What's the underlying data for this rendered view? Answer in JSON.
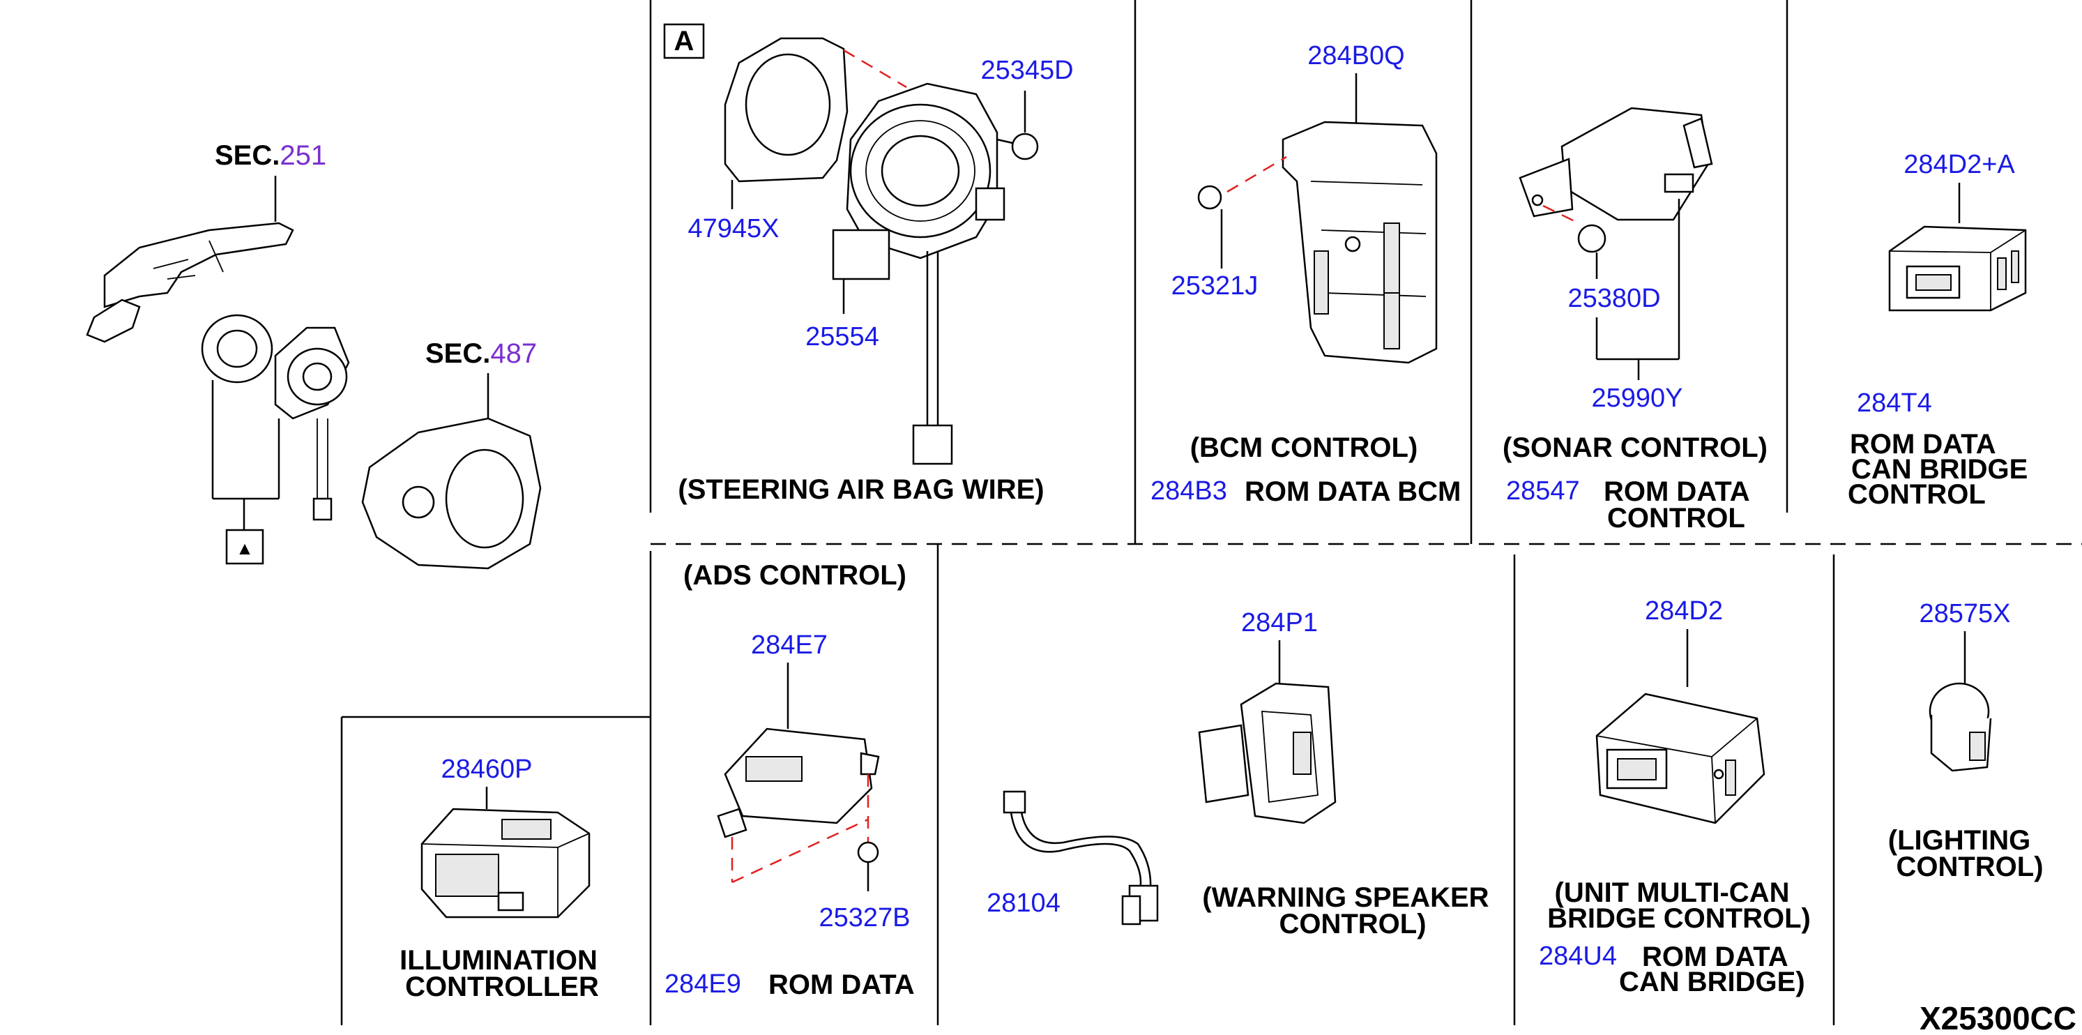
{
  "sections": {
    "sec251": {
      "prefix": "SEC.",
      "number": "251"
    },
    "sec487": {
      "prefix": "SEC.",
      "number": "487"
    }
  },
  "box_label": "A",
  "parts": {
    "p25345D": "25345D",
    "p47945X": "47945X",
    "p25554": "25554",
    "p284B0Q": "284B0Q",
    "p25321J": "25321J",
    "p25380D": "25380D",
    "p25990Y": "25990Y",
    "p284D2A": "284D2+A",
    "p284T4": "284T4",
    "p284B3": "284B3",
    "p28547": "28547",
    "p284E7": "284E7",
    "p25327B": "25327B",
    "p284E9": "284E9",
    "p28460P": "28460P",
    "p284P1": "284P1",
    "p28104": "28104",
    "p284D2": "284D2",
    "p284U4": "284U4",
    "p28575X": "28575X"
  },
  "captions": {
    "steering": "(STEERING AIR BAG WIRE)",
    "bcm": "(BCM CONTROL)",
    "rom_bcm": "ROM DATA BCM",
    "sonar": "(SONAR CONTROL)",
    "rom_data_1": "ROM DATA",
    "control_1": "CONTROL",
    "rom_can_1": "ROM DATA",
    "rom_can_2": "CAN BRIDGE",
    "rom_can_3": "CONTROL",
    "ads": "(ADS CONTROL)",
    "rom_data_ads": "ROM DATA",
    "illum_1": "ILLUMINATION",
    "illum_2": "CONTROLLER",
    "warning_1": "(WARNING SPEAKER",
    "warning_2": "CONTROL)",
    "unit_1": "(UNIT MULTI-CAN",
    "unit_2": "BRIDGE CONTROL)",
    "rom_bridge_1": "ROM DATA",
    "rom_bridge_2": "CAN BRIDGE)",
    "lighting_1": "(LIGHTING",
    "lighting_2": "CONTROL)"
  },
  "diagram_code": "X25300CC"
}
